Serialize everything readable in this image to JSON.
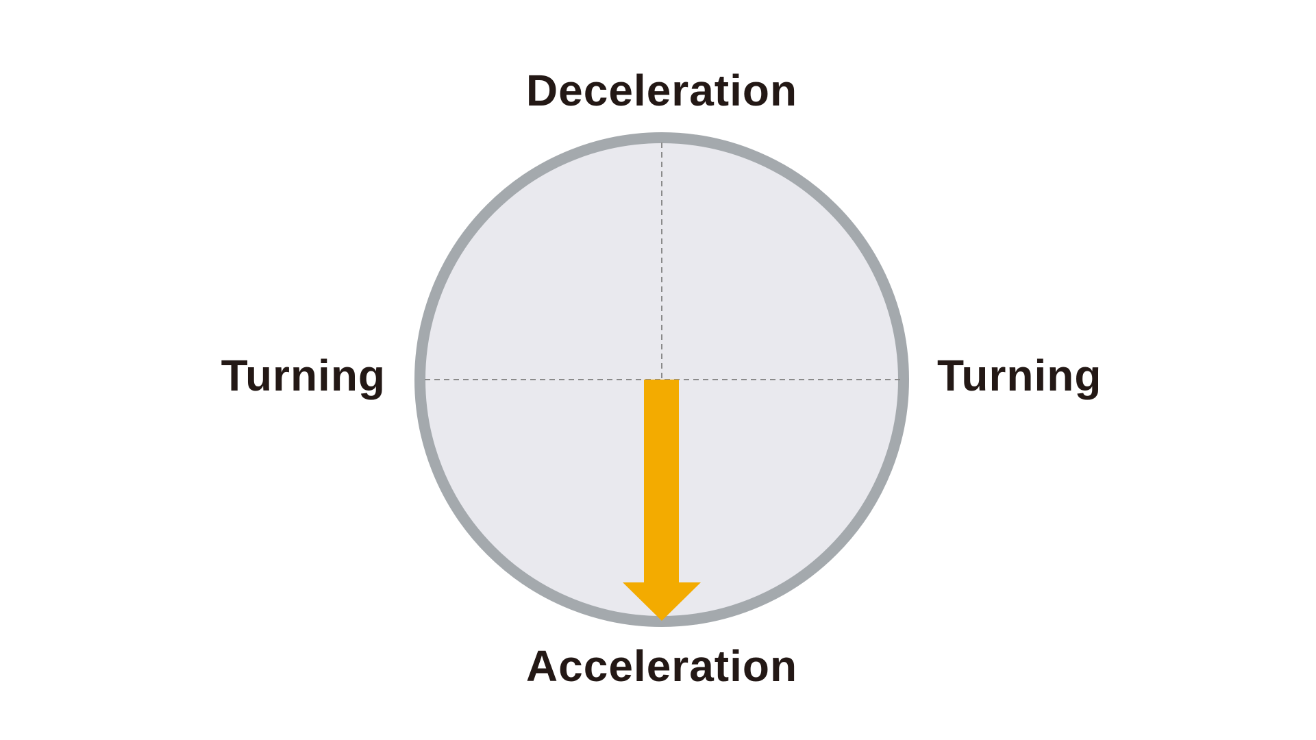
{
  "labels": {
    "top": "Deceleration",
    "bottom": "Acceleration",
    "left": "Turning",
    "right": "Turning"
  },
  "colors": {
    "background": "#ffffff",
    "circle_fill": "#e9e9ee",
    "circle_stroke": "#a4a9ad",
    "crosshair": "#8a8a8a",
    "arrow": "#f3ab00",
    "text": "#231815"
  },
  "arrow": {
    "direction": "down",
    "magnitude_fraction": 1.0
  }
}
